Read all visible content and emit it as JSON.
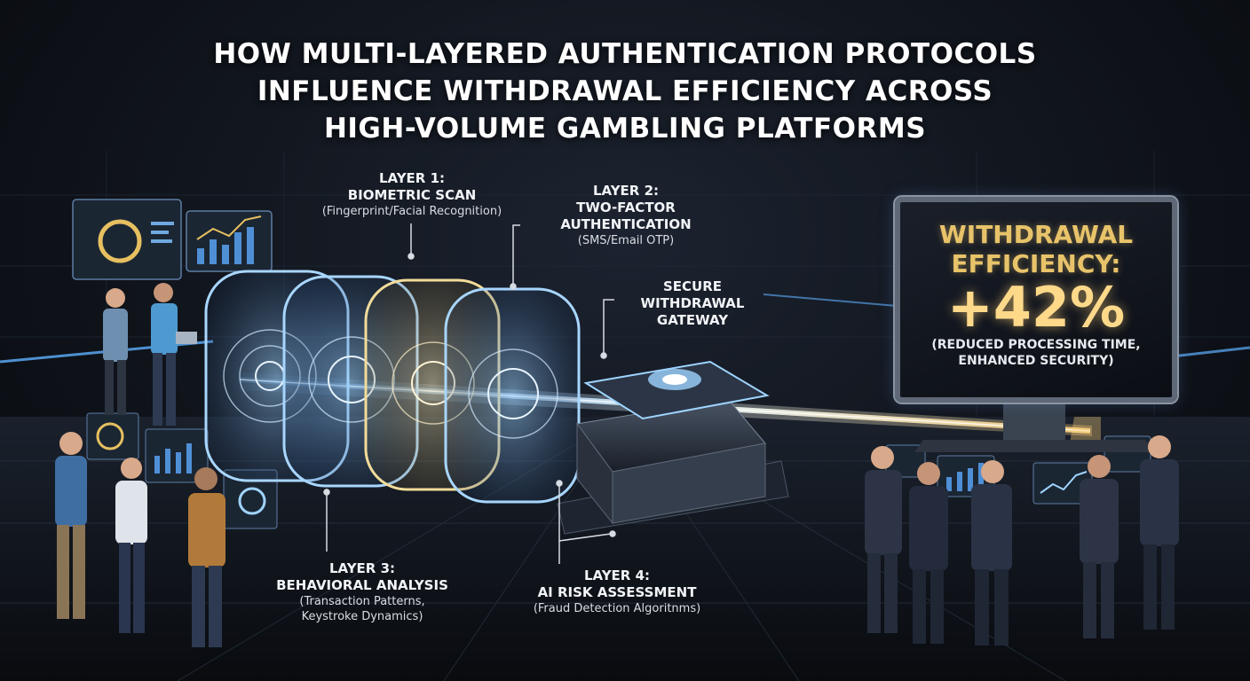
{
  "title": {
    "line1": "HOW MULTI-LAYERED AUTHENTICATION PROTOCOLS",
    "line2": "INFLUENCE WITHDRAWAL EFFICIENCY ACROSS",
    "line3": "HIGH-VOLUME GAMBLING PLATFORMS"
  },
  "layers": [
    {
      "number": "LAYER 1:",
      "name": "BIOMETRIC SCAN",
      "detail_lines": [
        "(Fingerprint/Facial Recognition)"
      ]
    },
    {
      "number": "LAYER 2:",
      "name_lines": [
        "TWO-FACTOR",
        "AUTHENTICATION"
      ],
      "detail_lines": [
        "(SMS/Email OTP)"
      ]
    },
    {
      "number": "LAYER 3:",
      "name": "BEHAVIORAL ANALYSIS",
      "detail_lines": [
        "(Transaction Patterns,",
        "Keystroke Dynamics)"
      ]
    },
    {
      "number": "LAYER 4:",
      "name": "AI RISK ASSESSMENT",
      "detail_lines": [
        "(Fraud Detection Algoritnms)"
      ]
    }
  ],
  "gateway": {
    "lines": [
      "SECURE",
      "WITHDRAWAL",
      "GATEWAY"
    ]
  },
  "result_display": {
    "heading_line1": "WITHDRAWAL",
    "heading_line2": "EFFICIENCY:",
    "value": "+42%",
    "note_line1": "(REDUCED PROCESSING TIME,",
    "note_line2": "ENHANCED SECURITY)"
  },
  "colors": {
    "background": "#10141b",
    "glow": "#7fc4ff",
    "accent_gold": "#e8c36a",
    "text": "#ffffff"
  }
}
